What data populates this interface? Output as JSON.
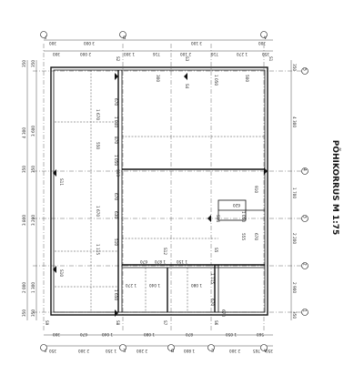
{
  "title": "PÕHIKORRUS M 1:75",
  "grid_letters": [
    "A",
    "B",
    "C",
    "D",
    "E",
    "F"
  ],
  "grid_numbers": [
    "1",
    "2",
    "3",
    "4",
    "5"
  ],
  "top_dims_outer": [
    "300",
    "3 000",
    "3 100",
    "300"
  ],
  "top_dims_inner": [
    "300",
    "2 000",
    "1 300",
    "716",
    "2 100",
    "716",
    "1 270",
    "350"
  ],
  "bottom_dims_outer": [
    "350",
    "2 300",
    "1 350",
    "2 200",
    "1 800",
    "2 300",
    "765",
    "350"
  ],
  "bottom_dims_inner": [
    "300",
    "670",
    "1 040",
    "1 080",
    "870",
    "1 050",
    "560"
  ],
  "left_dims_outer": [
    "350",
    "4 300",
    "350",
    "3 800",
    "2 000",
    "350"
  ],
  "left_dims_inner": [
    "350",
    "3 600",
    "350",
    "3 200",
    "1 300",
    "350"
  ],
  "right_dims": [
    "350",
    "4 300",
    "1 700",
    "2 200",
    "2 900",
    "350"
  ],
  "inner_dims": [
    "1 670",
    "550",
    "1 670",
    "1 115",
    "670",
    "1 040",
    "870",
    "1 050",
    "670",
    "630",
    "510",
    "1 650",
    "670",
    "1 870",
    "1 150",
    "1 040",
    "1 270",
    "1 080",
    "670",
    "1 115",
    "670",
    "555",
    "670",
    "1 050",
    "620",
    "910",
    "500",
    "1 050",
    "300"
  ],
  "section_marks": [
    "S1",
    "S2",
    "S3",
    "S4",
    "S5",
    "S6",
    "S7",
    "S8",
    "S9",
    "S10",
    "S11",
    "S12",
    "S13",
    "S14"
  ],
  "colors": {
    "line": "#111111",
    "background": "#ffffff"
  }
}
